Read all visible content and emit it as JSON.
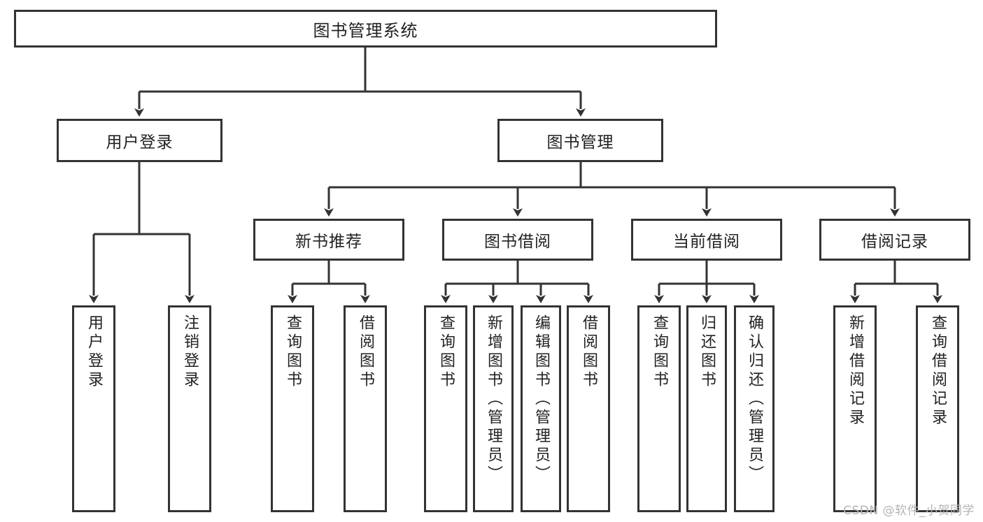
{
  "diagram": {
    "title": "图书管理系统",
    "type": "tree",
    "watermark": "CSDN @软件_小贺同学",
    "colors": {
      "box_border": "#333333",
      "box_fill": "#ffffff",
      "edge": "#333333",
      "text": "#222222",
      "watermark": "#b4b4b4",
      "background": "#ffffff"
    },
    "root": {
      "label": "图书管理系统"
    },
    "level2": [
      {
        "label": "用户登录"
      },
      {
        "label": "图书管理"
      }
    ],
    "level3": [
      {
        "label": "新书推荐"
      },
      {
        "label": "图书借阅"
      },
      {
        "label": "当前借阅"
      },
      {
        "label": "借阅记录"
      }
    ],
    "leaves": {
      "user_login": [
        {
          "label": "用户登录"
        },
        {
          "label": "注销登录"
        }
      ],
      "new_book": [
        {
          "label": "查询图书"
        },
        {
          "label": "借阅图书"
        }
      ],
      "book_borrow": [
        {
          "label": "查询图书"
        },
        {
          "label": "新增图书（管理员）"
        },
        {
          "label": "编辑图书（管理员）"
        },
        {
          "label": "借阅图书"
        }
      ],
      "current_borrow": [
        {
          "label": "查询图书"
        },
        {
          "label": "归还图书"
        },
        {
          "label": "确认归还（管理员）"
        }
      ],
      "borrow_record": [
        {
          "label": "新增借阅记录"
        },
        {
          "label": "查询借阅记录"
        }
      ]
    }
  }
}
